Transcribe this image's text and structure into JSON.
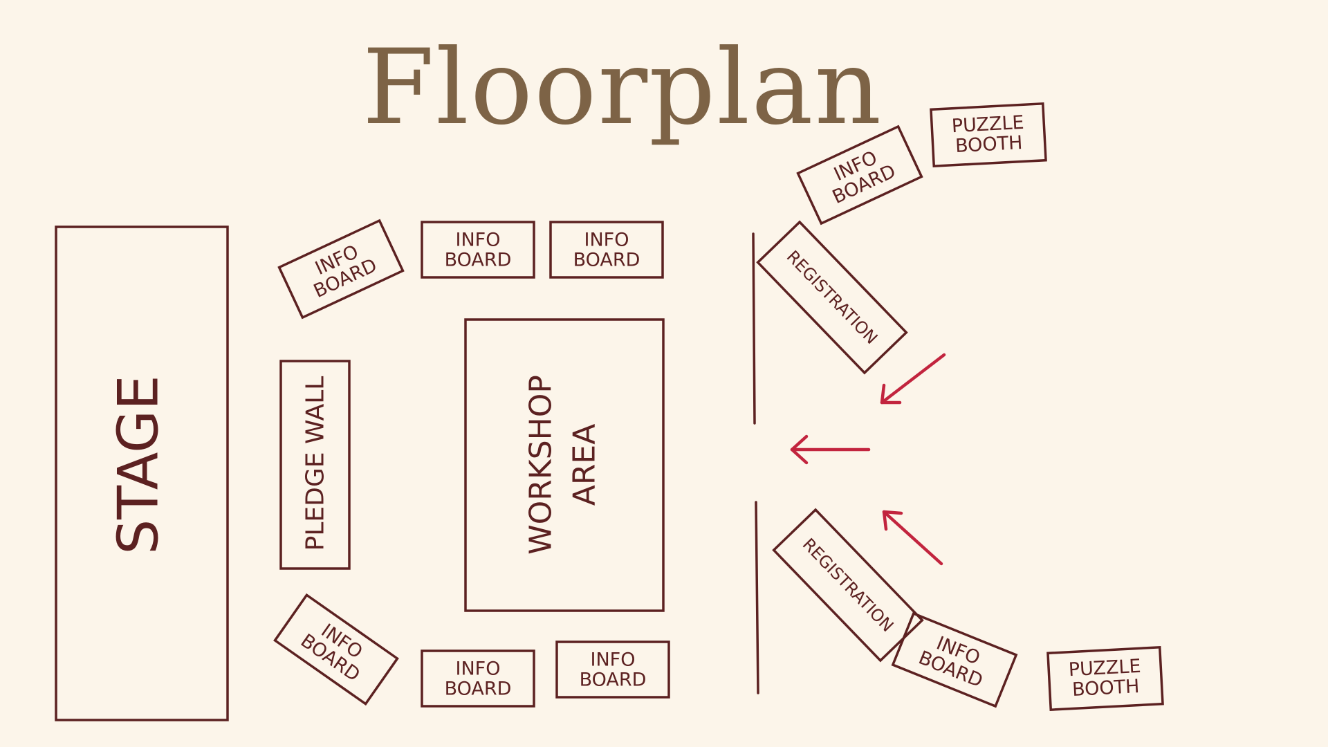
{
  "title": "Floorplan",
  "stage": {
    "label": "STAGE"
  },
  "pledge_wall": {
    "label": "PLEDGE WALL"
  },
  "workshop": {
    "line1": "WORKSHOP",
    "line2": "AREA"
  },
  "info_board": {
    "line1": "INFO",
    "line2": "BOARD"
  },
  "puzzle_booth": {
    "line1": "PUZZLE",
    "line2": "BOOTH"
  },
  "registration": {
    "label": "REGISTRATION"
  },
  "colors": {
    "background": "#fcf5ea",
    "title": "#7d6346",
    "outline": "#5c2121",
    "arrow": "#c2243e"
  }
}
